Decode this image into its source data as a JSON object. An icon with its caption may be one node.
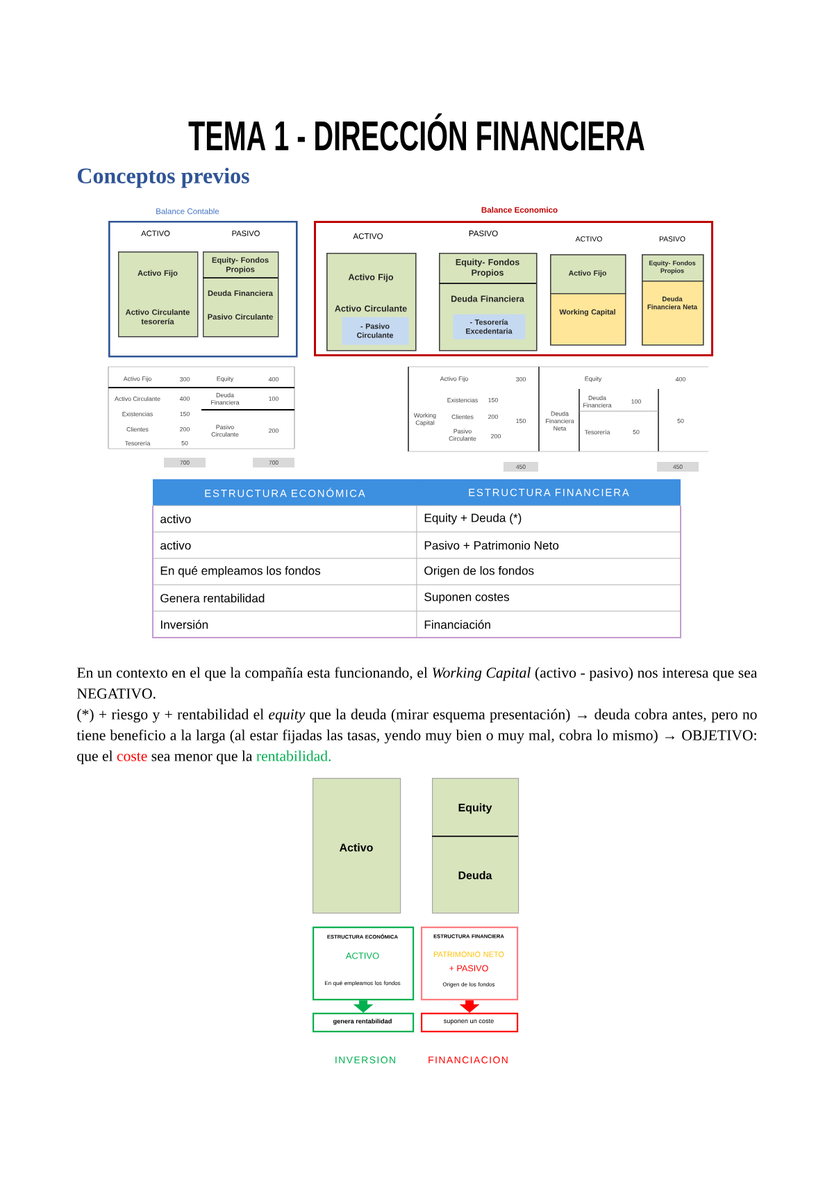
{
  "diagram": {
    "title": "TEMA 1 - DIRECCIÓN FINANCIERA",
    "nodes": [
      {
        "text": [
          "Balance Contable"
        ]
      },
      {
        "text": [
          "ACTIVO",
          "Activo Fijo",
          "Activo Circulante tesorería"
        ],
        "in": 0
      },
      {
        "text": [
          "PASIVO",
          "Equity- Fondos Propios",
          "Deuda Financiera",
          "Pasivo Circulante"
        ],
        "in": 0
      },
      {
        "text": [
          "Balance Economico"
        ]
      },
      {
        "text": [
          "ACTIVO",
          "Activo Fijo",
          "Activo Circulante"
        ],
        "in": 3
      },
      {
        "text": [
          "- Pasivo Circulante"
        ],
        "in": 4
      },
      {
        "text": [
          "PASIVO",
          "Equity- Fondos Propios",
          "Deuda Financiera"
        ],
        "in": 3
      },
      {
        "text": [
          "- Tesorería Excedentaria"
        ],
        "in": 6
      },
      {
        "text": [
          "ACTIVO",
          "Activo Fijo"
        ],
        "in": 3
      },
      {
        "text": [
          "Working Capital"
        ],
        "in": 3
      },
      {
        "text": [
          "PASIVO",
          "Equity- Fondos Propios"
        ],
        "in": 3
      },
      {
        "text": [
          "Deuda Financiera Neta"
        ],
        "in": 3
      },
      {
        "text": [
          "Activo"
        ]
      },
      {
        "text": [
          "Equity"
        ]
      },
      {
        "text": [
          "Deuda"
        ]
      },
      {
        "text": [
          "ESTRUCTURA ECONÓMICA",
          "ACTIVO",
          "En qué empleamos los fondos"
        ]
      },
      {
        "text": [
          "ESTRUCTURA FINANCIERA",
          "PATRIMONIO NETO",
          "+ PASIVO",
          "Origen de los fondos"
        ]
      },
      {
        "text": [
          "genera rentabilidad"
        ]
      },
      {
        "text": [
          "suponen un coste"
        ]
      }
    ],
    "edges": [
      {
        "from": 15,
        "to": 17,
        "arrow": "to",
        "color": "#00b050"
      },
      {
        "from": 16,
        "to": 18,
        "arrow": "to",
        "color": "#ff0000"
      }
    ],
    "labels": [
      "Conceptos previos",
      "Activo Fijo",
      "300",
      "Equity",
      "400",
      "Activo Circulante",
      "400",
      "Deuda Financiera",
      "100",
      "Existencias",
      "150",
      "Clientes",
      "200",
      "Pasivo Circulante",
      "200",
      "Tesorería",
      "50",
      "700",
      "700",
      "Activo Fijo",
      "300",
      "Equity",
      "400",
      "Working Capital",
      "Existencias",
      "150",
      "Clientes",
      "200",
      "Pasivo Circulante",
      "200",
      "150",
      "Deuda Financiera Neta",
      "Deuda Financiera",
      "100",
      "Tesorería",
      "50",
      "50",
      "450",
      "450",
      "ESTRUCTURA ECONÓMICA",
      "ESTRUCTURA FINANCIERA",
      "activo",
      "Equity + Deuda (*)",
      "activo",
      "Pasivo + Patrimonio Neto",
      "En qué empleamos los fondos",
      "Origen de los fondos",
      "Genera rentabilidad",
      "Suponen costes",
      "Inversión",
      "Financiación",
      "En un contexto en el que la compañía esta funcionando, el *Working Capital* (activo - pasivo) nos interesa que sea NEGATIVO.",
      "(*) + riesgo y + rentabilidad el",
      "equity",
      "que la deuda (mirar esquema presentación) → deuda cobra antes, pero no tiene beneficio a la larga (al estar fijadas las tasas, yendo muy bien o muy mal, cobra lo mismo) → OBJETIVO: que el",
      "coste",
      "sea menor que la",
      "rentabilidad.",
      "INVERSION",
      "FINANCIACION"
    ]
  }
}
